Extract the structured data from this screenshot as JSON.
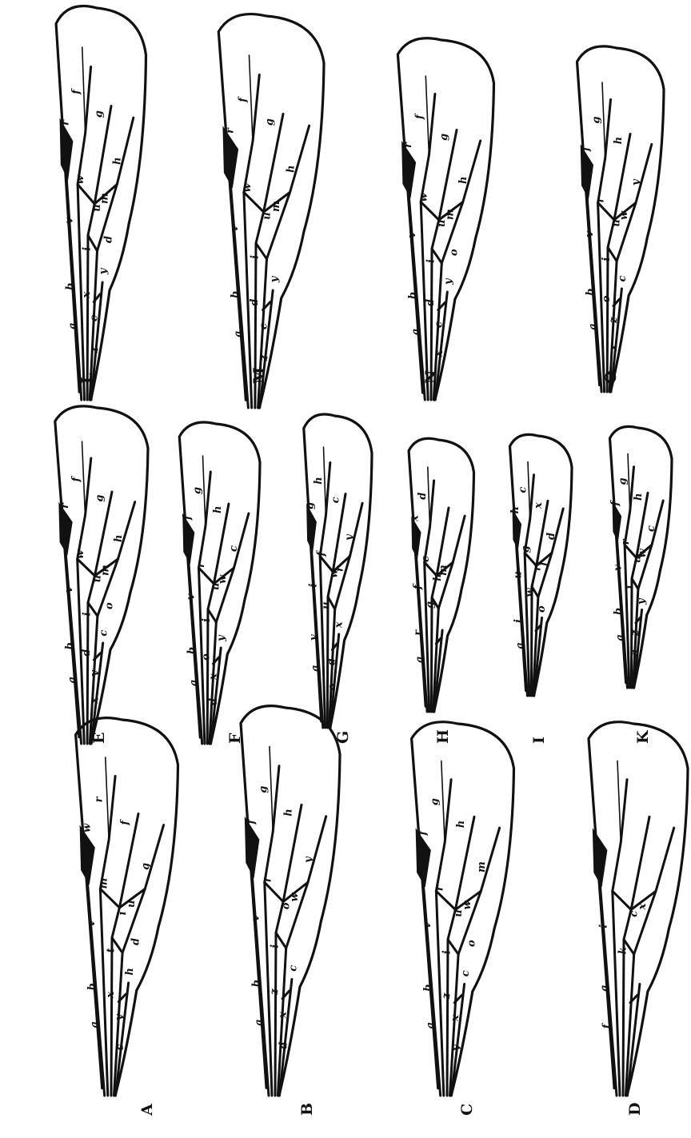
{
  "figures": [
    {
      "id": "A",
      "label": "A",
      "letters": [
        "a",
        "b",
        "v",
        "t",
        "i",
        "u",
        "m",
        "w",
        "r",
        "f",
        "g",
        "h",
        "y",
        "c",
        "x",
        "d"
      ]
    },
    {
      "id": "B",
      "label": "B",
      "letters": [
        "a",
        "b",
        "v",
        "i",
        "o",
        "w",
        "r",
        "f",
        "g",
        "h",
        "y",
        "c",
        "x",
        "d",
        "z"
      ]
    },
    {
      "id": "C",
      "label": "C",
      "letters": [
        "a",
        "b",
        "v",
        "i",
        "u",
        "w",
        "r",
        "f",
        "g",
        "h",
        "m",
        "c",
        "x",
        "y",
        "z",
        "o"
      ]
    },
    {
      "id": "D",
      "label": "D",
      "letters": [
        "f",
        "a",
        "i",
        "k",
        "c",
        "x"
      ]
    },
    {
      "id": "E",
      "label": "E",
      "letters": [
        "a",
        "b",
        "v",
        "i",
        "u",
        "m",
        "w",
        "r",
        "f",
        "g",
        "h",
        "c",
        "y",
        "x",
        "d",
        "o"
      ]
    },
    {
      "id": "F",
      "label": "F",
      "letters": [
        "a",
        "b",
        "v",
        "i",
        "u",
        "w",
        "r",
        "f",
        "g",
        "h",
        "c",
        "y",
        "x",
        "d",
        "o"
      ]
    },
    {
      "id": "G",
      "label": "G",
      "letters": [
        "a",
        "v",
        "i",
        "u",
        "w",
        "r",
        "f",
        "g",
        "h",
        "c",
        "y",
        "x",
        "d",
        "o"
      ]
    },
    {
      "id": "H",
      "label": "H",
      "letters": [
        "a",
        "r",
        "f",
        "g",
        "h",
        "m",
        "c",
        "x",
        "d"
      ]
    },
    {
      "id": "I",
      "label": "I",
      "letters": [
        "a",
        "i",
        "u",
        "w",
        "r",
        "f",
        "g",
        "h",
        "c",
        "x",
        "d",
        "o"
      ]
    },
    {
      "id": "K",
      "label": "K",
      "letters": [
        "a",
        "b",
        "v",
        "i",
        "u",
        "w",
        "r",
        "f",
        "g",
        "h",
        "c",
        "y",
        "z",
        "d"
      ]
    },
    {
      "id": "L",
      "label": "L",
      "letters": [
        "a",
        "b",
        "v",
        "i",
        "u",
        "m",
        "w",
        "r",
        "f",
        "g",
        "h",
        "y",
        "c",
        "z",
        "x",
        "d"
      ]
    },
    {
      "id": "M",
      "label": "M",
      "letters": [
        "a",
        "b",
        "v",
        "i",
        "u",
        "m",
        "w",
        "r",
        "f",
        "g",
        "h",
        "y",
        "c",
        "z",
        "d"
      ]
    },
    {
      "id": "N",
      "label": "N",
      "letters": [
        "a",
        "b",
        "v",
        "i",
        "u",
        "m",
        "w",
        "r",
        "f",
        "g",
        "h",
        "y",
        "c",
        "x",
        "d",
        "o"
      ]
    },
    {
      "id": "O",
      "label": "O",
      "letters": [
        "a",
        "b",
        "v",
        "i",
        "u",
        "w",
        "r",
        "f",
        "g",
        "h",
        "y",
        "c",
        "z",
        "x",
        "o"
      ]
    }
  ],
  "colors": {
    "ink": "#111111",
    "paper": "#ffffff"
  }
}
